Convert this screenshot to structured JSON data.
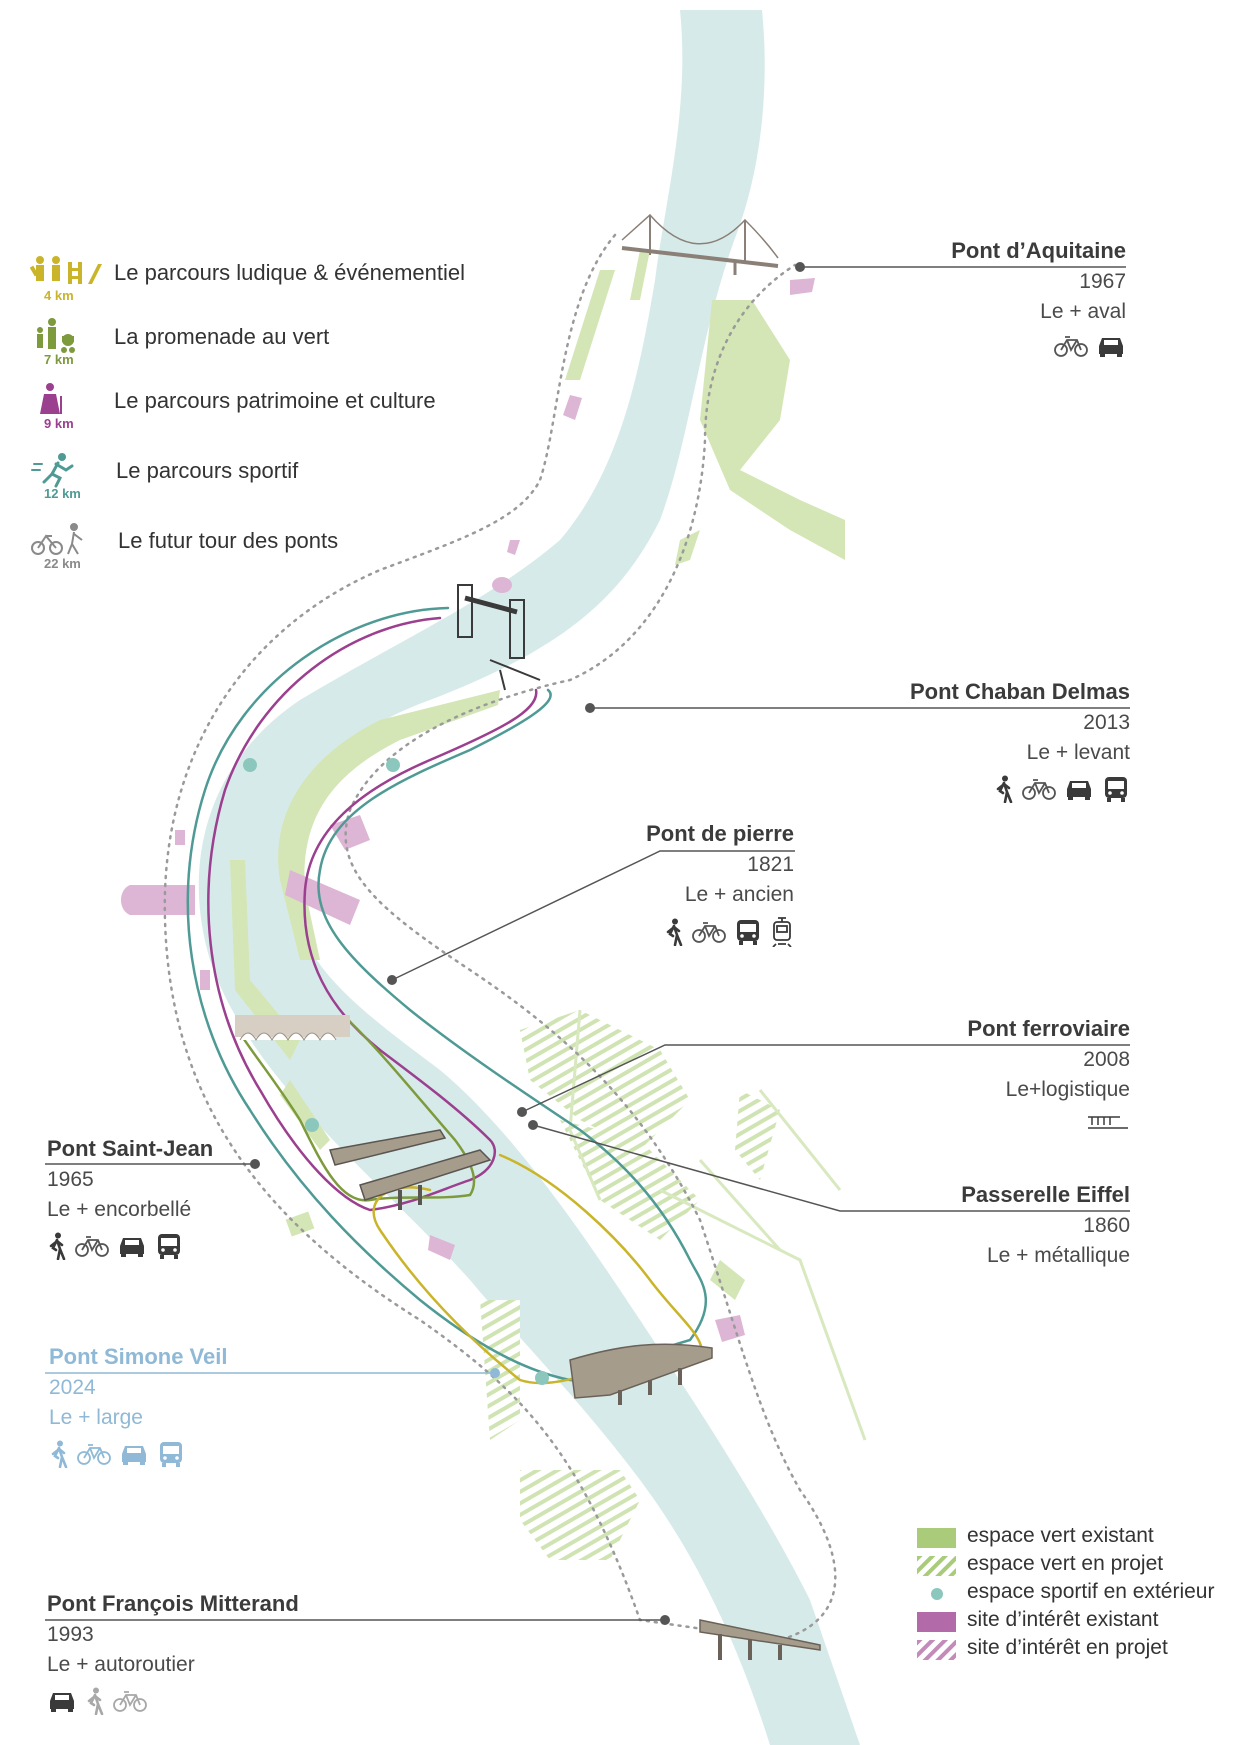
{
  "routes": [
    {
      "label": "Le parcours ludique & événementiel",
      "distance": "4 km",
      "color": "#c9b42a",
      "icon": "playground-people-icon"
    },
    {
      "label": "La promenade au vert",
      "distance": "7 km",
      "color": "#7d9a3c",
      "icon": "family-walk-icon"
    },
    {
      "label": "Le parcours patrimoine et culture",
      "distance": "9 km",
      "color": "#9b3f8f",
      "icon": "elderly-walker-icon"
    },
    {
      "label": "Le parcours sportif",
      "distance": "12 km",
      "color": "#4f9a95",
      "icon": "runner-icon"
    },
    {
      "label": "Le futur tour des ponts",
      "distance": "22 km",
      "color": "#8a8a8a",
      "icon": "bike-hiker-icon"
    }
  ],
  "bridges": [
    {
      "name": "Pont d’Aquitaine",
      "year": "1967",
      "desc": "Le + aval",
      "modes": [
        "bike",
        "car"
      ]
    },
    {
      "name": "Pont Chaban Delmas",
      "year": "2013",
      "desc": "Le + levant",
      "modes": [
        "walk",
        "bike",
        "car",
        "bus"
      ]
    },
    {
      "name": "Pont de pierre",
      "year": "1821",
      "desc": "Le + ancien",
      "modes": [
        "walk",
        "bike",
        "bus",
        "tram"
      ]
    },
    {
      "name": "Pont ferroviaire",
      "year": "2008",
      "desc": "Le+logistique",
      "modes": [
        "train"
      ]
    },
    {
      "name": "Passerelle Eiffel",
      "year": "1860",
      "desc": "Le + métallique",
      "modes": []
    },
    {
      "name": "Pont Saint-Jean",
      "year": "1965",
      "desc": "Le + encorbellé",
      "modes": [
        "walk",
        "bike",
        "car",
        "bus"
      ]
    },
    {
      "name": "Pont Simone Veil",
      "year": "2024",
      "desc": "Le + large",
      "modes": [
        "walk",
        "bike",
        "car",
        "bus"
      ]
    },
    {
      "name": "Pont François Mitterand",
      "year": "1993",
      "desc": "Le + autoroutier",
      "modes": [
        "car",
        "walk",
        "bike"
      ]
    }
  ],
  "map_legend": [
    {
      "label": "espace vert existant",
      "swatch": "green-solid",
      "color": "#a9cb7a"
    },
    {
      "label": "espace vert en projet",
      "swatch": "green-hatched",
      "color": "#b5d48a"
    },
    {
      "label": "espace sportif en extérieur",
      "swatch": "teal-dot",
      "color": "#8cc7bd"
    },
    {
      "label": "site d’intérêt existant",
      "swatch": "purple-solid",
      "color": "#b26aa8"
    },
    {
      "label": "site d’intérêt en projet",
      "swatch": "purple-hatched",
      "color": "#c48ab9"
    }
  ],
  "colors": {
    "river": "#d7eaea",
    "green_existing": "#d4e6b5",
    "purple_site": "#dcb6d4",
    "callout_line": "#555555",
    "highlight_bridge": "#8fb9d6"
  }
}
